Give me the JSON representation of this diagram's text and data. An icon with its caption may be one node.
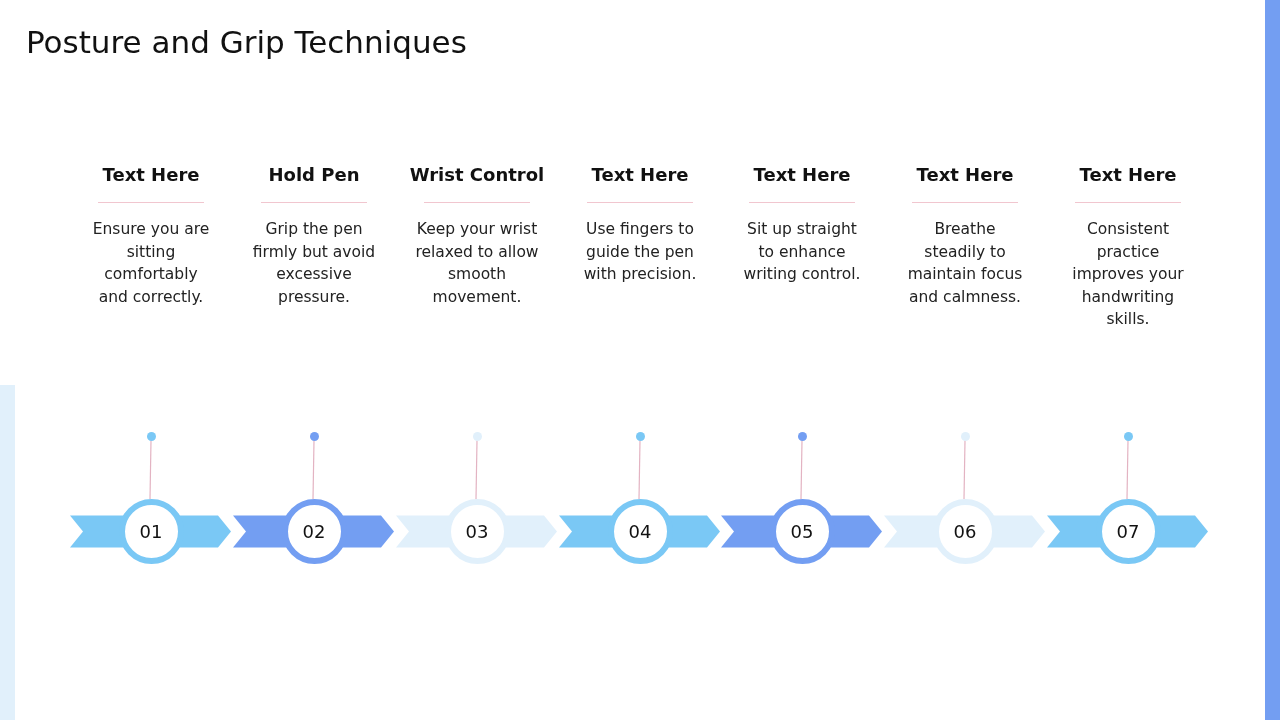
{
  "diagram": {
    "title": "Posture and Grip Techniques",
    "nodes": [
      {
        "text": [
          "Text Here",
          "Ensure you are sitting comfortably and correctly."
        ]
      },
      {
        "text": [
          "Hold Pen",
          "Grip the pen firmly but avoid excessive pressure."
        ]
      },
      {
        "text": [
          "Wrist Control",
          "Keep your wrist relaxed to allow smooth movement."
        ]
      },
      {
        "text": [
          "Text Here",
          "Use fingers to guide the pen with precision."
        ]
      },
      {
        "text": [
          "Text Here",
          "Sit up straight to enhance writing control."
        ]
      },
      {
        "text": [
          "Text Here",
          "Breathe steadily to maintain focus and calmness."
        ]
      },
      {
        "text": [
          "Text Here",
          "Consistent practice improves your handwriting skills."
        ]
      },
      {
        "text": [],
        "shape": "circle"
      },
      {
        "text": [],
        "shape": "circle"
      },
      {
        "text": [],
        "shape": "circle"
      },
      {
        "text": [],
        "shape": "circle"
      },
      {
        "text": [],
        "shape": "circle"
      },
      {
        "text": [],
        "shape": "circle"
      },
      {
        "text": [],
        "shape": "circle"
      },
      {
        "text": [
          "01"
        ]
      },
      {
        "text": [
          "02"
        ]
      },
      {
        "text": [
          "03"
        ]
      },
      {
        "text": [
          "04"
        ]
      },
      {
        "text": [
          "05"
        ]
      },
      {
        "text": [
          "06"
        ]
      },
      {
        "text": [
          "07"
        ]
      },
      {
        "text": [],
        "shape": "bar"
      },
      {
        "text": [],
        "shape": "bar"
      }
    ],
    "edges": [
      {
        "from": 7,
        "to": 14,
        "arrow": "none"
      },
      {
        "from": 8,
        "to": 15,
        "arrow": "none"
      },
      {
        "from": 9,
        "to": 16,
        "arrow": "none"
      },
      {
        "from": 10,
        "to": 17,
        "arrow": "none"
      },
      {
        "from": 11,
        "to": 18,
        "arrow": "none"
      },
      {
        "from": 12,
        "to": 19,
        "arrow": "none"
      },
      {
        "from": 13,
        "to": 20,
        "arrow": "none"
      }
    ]
  }
}
